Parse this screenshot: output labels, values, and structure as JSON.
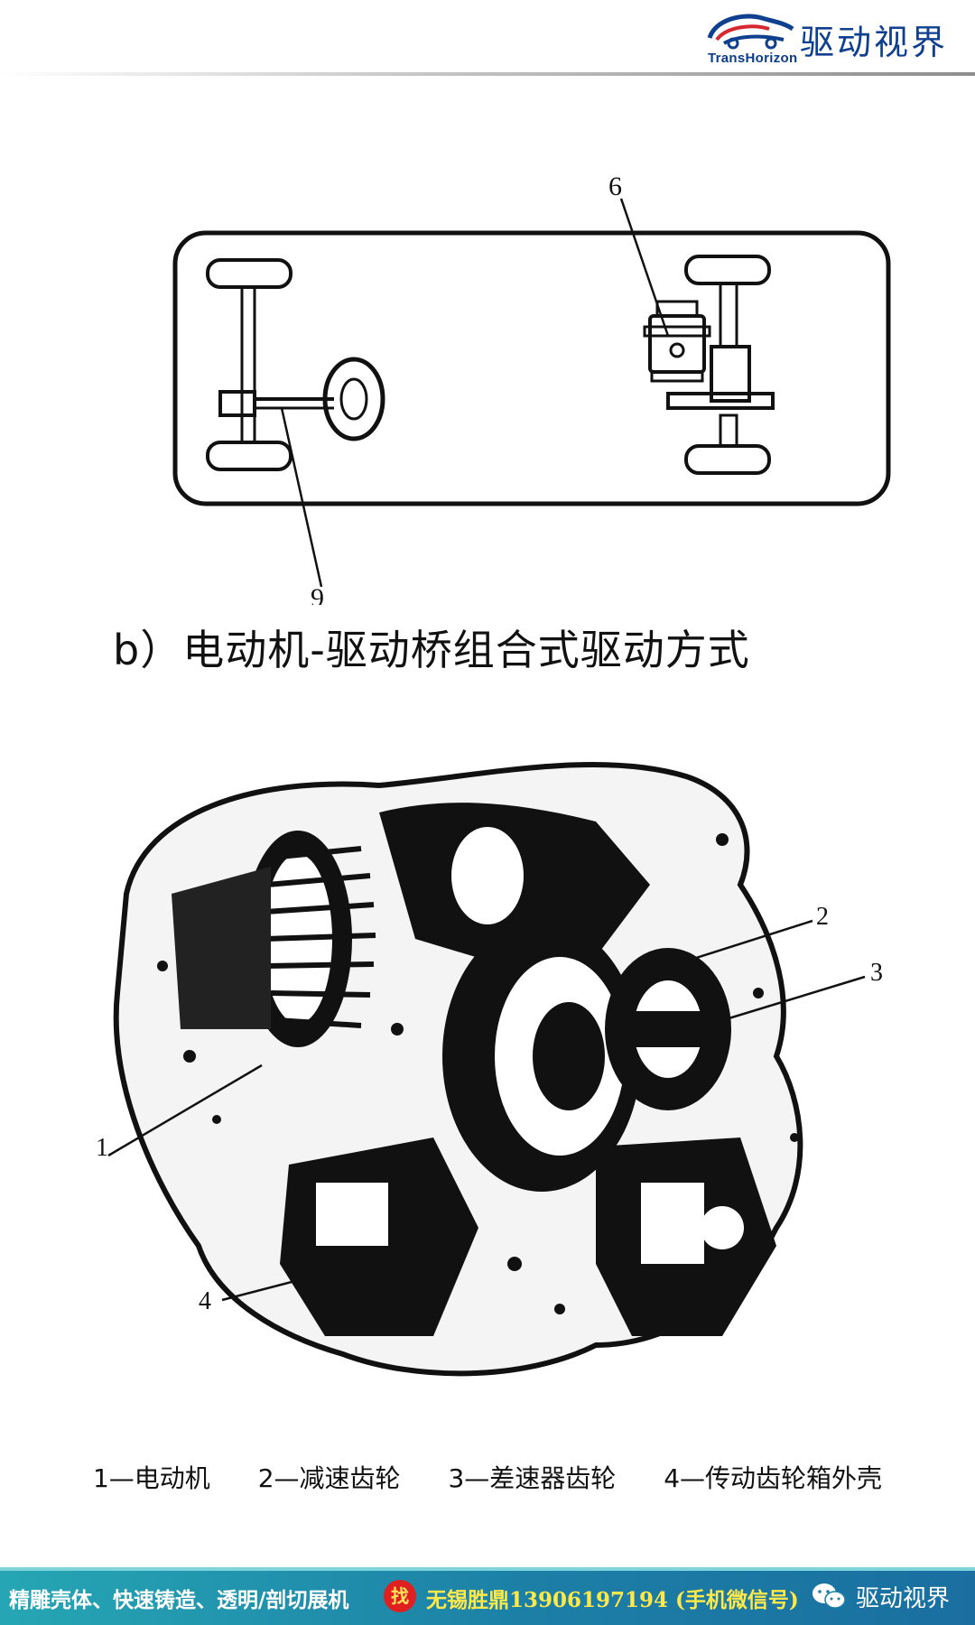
{
  "header": {
    "brand_en": "TransHorizon",
    "brand_cn": "驱动视界",
    "logo_icon": "car-swoosh-logo-icon"
  },
  "diagram_b": {
    "callout_top": "6",
    "callout_bottom": "9",
    "caption": "b）电动机-驱动桥组合式驱动方式"
  },
  "gearbox": {
    "callouts": [
      "1",
      "2",
      "3",
      "4"
    ]
  },
  "legend": {
    "items": [
      "1—电动机",
      "2—减速齿轮",
      "3—差速器齿轮",
      "4—传动齿轮箱外壳"
    ]
  },
  "footer": {
    "left_text": "精雕壳体、快速铸造、透明/剖切展机",
    "find_badge": "找",
    "contact_text": "无锡胜鼎13906197194 (手机微信号)",
    "brand": "驱动视界",
    "wechat_icon": "wechat-icon"
  },
  "colors": {
    "brand_blue": "#0f3f8f",
    "footer_teal": "#1c7fa6",
    "contact_yellow": "#ffe94a",
    "badge_red": "#e02020"
  }
}
